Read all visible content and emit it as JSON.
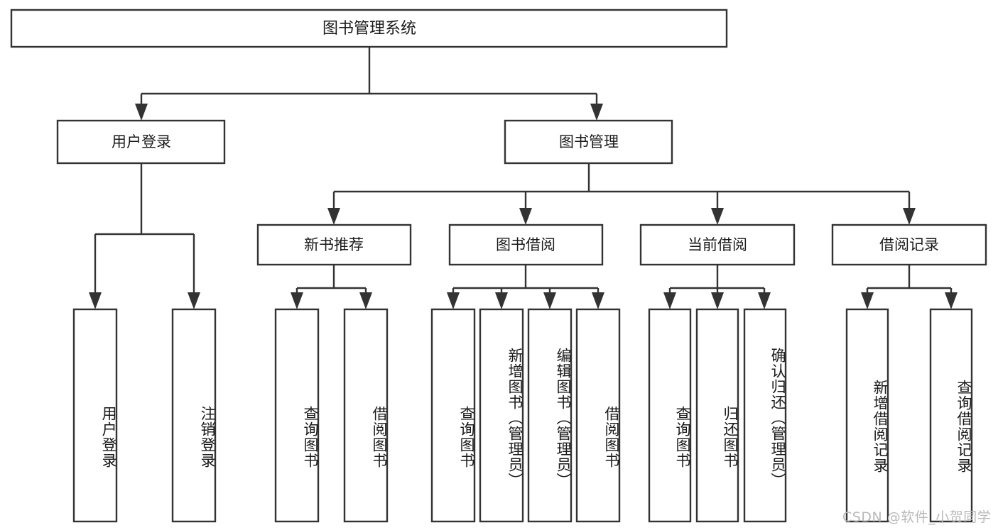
{
  "diagram": {
    "title": "图书管理系统",
    "type": "tree-hierarchy",
    "orientation": "top-down",
    "colors": {
      "stroke": "#333333",
      "box_fill": "#ffffff",
      "text": "#1a1a1a",
      "background": "#ffffff",
      "watermark": "#b9b9b9"
    },
    "root": {
      "label": "图书管理系统"
    },
    "level1": [
      {
        "label": "用户登录"
      },
      {
        "label": "图书管理"
      }
    ],
    "level2": [
      {
        "label": "新书推荐"
      },
      {
        "label": "图书借阅"
      },
      {
        "label": "当前借阅"
      },
      {
        "label": "借阅记录"
      }
    ],
    "leaves": {
      "user_login": [
        {
          "label": "用户登录"
        },
        {
          "label": "注销登录"
        }
      ],
      "new_book_recommend": [
        {
          "label": "查询图书"
        },
        {
          "label": "借阅图书"
        }
      ],
      "book_borrow": [
        {
          "label": "查询图书"
        },
        {
          "label": "新增图书（管理员）"
        },
        {
          "label": "编辑图书（管理员）"
        },
        {
          "label": "借阅图书"
        }
      ],
      "current_borrow": [
        {
          "label": "查询图书"
        },
        {
          "label": "归还图书"
        },
        {
          "label": "确认归还（管理员）"
        }
      ],
      "borrow_record": [
        {
          "label": "新增借阅记录"
        },
        {
          "label": "查询借阅记录"
        }
      ]
    }
  },
  "watermark": {
    "text": "CSDN @软件_小贺同学"
  }
}
